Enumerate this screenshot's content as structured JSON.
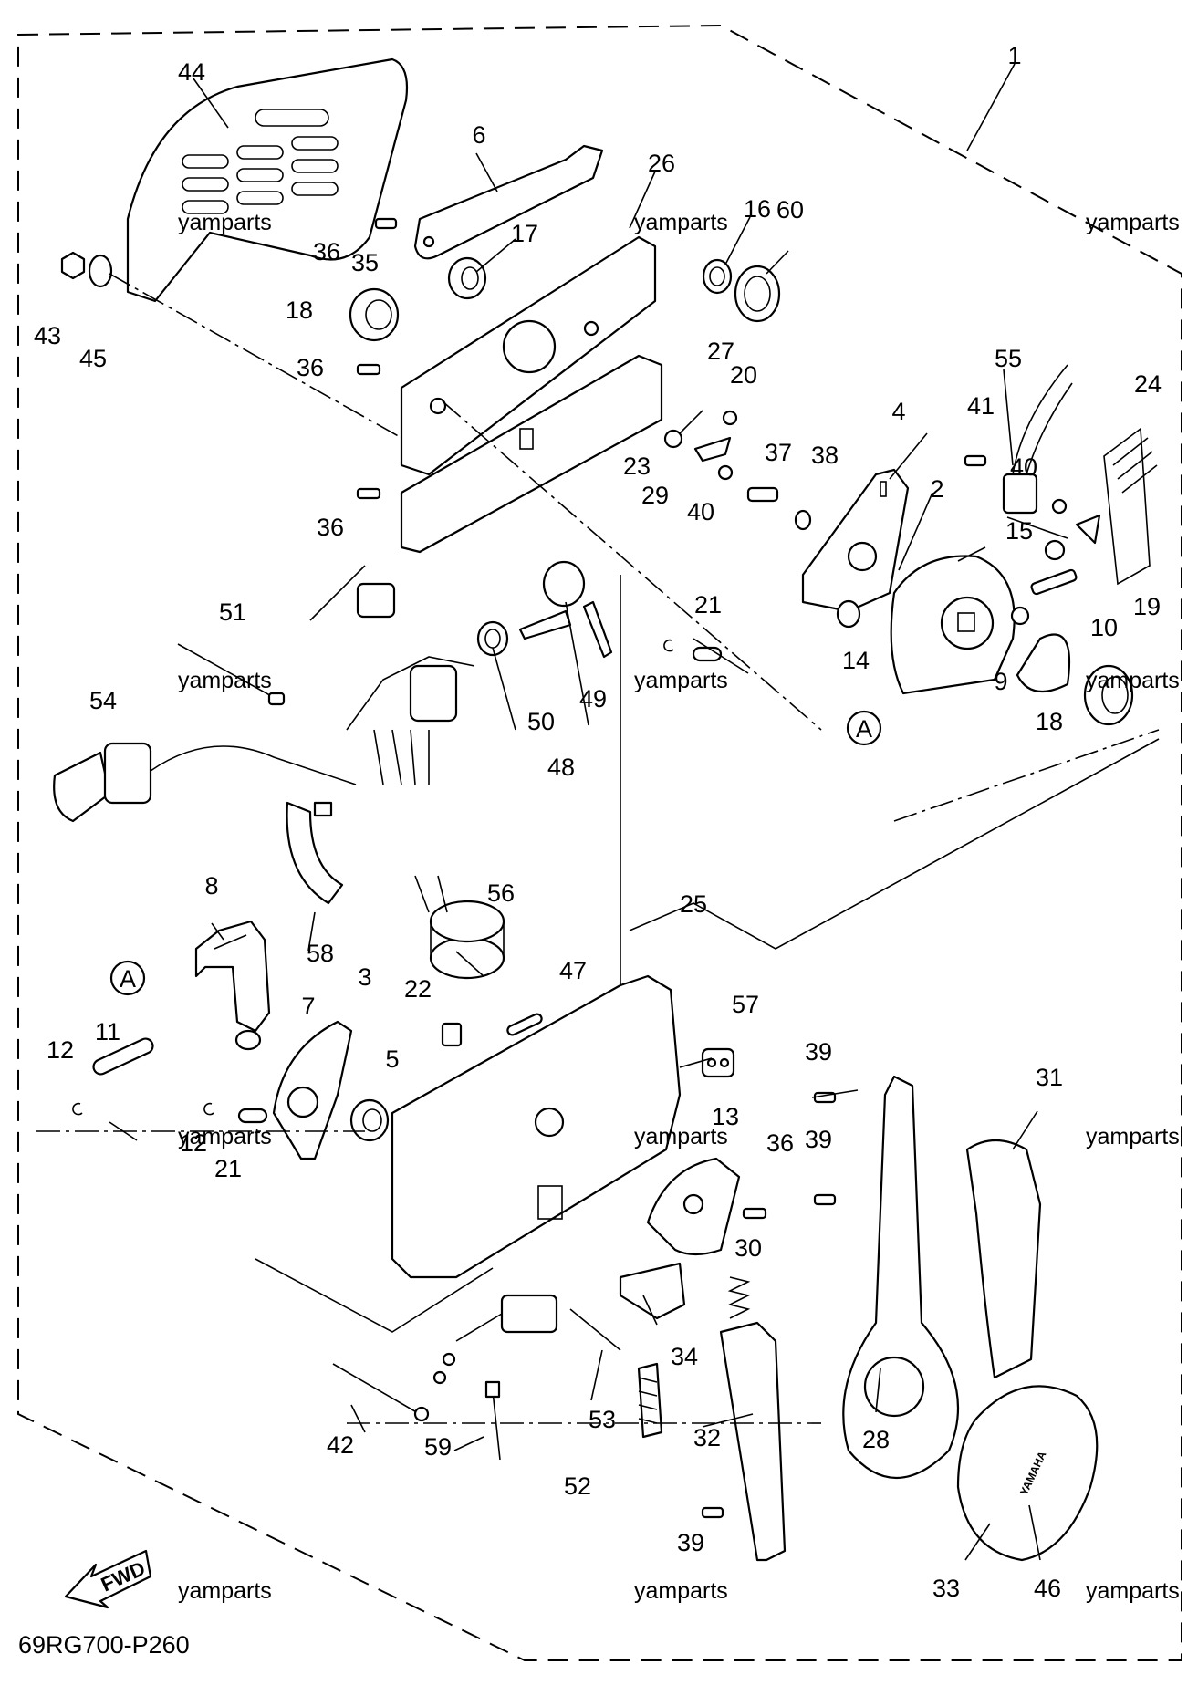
{
  "diagram": {
    "code": "69RG700-P260",
    "fwd_label": "FWD",
    "ref_marker": "A",
    "brand_text": "YAMAHA",
    "watermark": "yamparts",
    "callouts": [
      "1",
      "2",
      "3",
      "4",
      "5",
      "6",
      "7",
      "8",
      "9",
      "10",
      "11",
      "12",
      "12",
      "13",
      "14",
      "15",
      "16",
      "17",
      "18",
      "18",
      "19",
      "20",
      "21",
      "21",
      "22",
      "23",
      "24",
      "25",
      "26",
      "27",
      "28",
      "29",
      "30",
      "31",
      "32",
      "33",
      "34",
      "35",
      "36",
      "36",
      "36",
      "36",
      "37",
      "38",
      "39",
      "39",
      "39",
      "40",
      "40",
      "41",
      "42",
      "43",
      "44",
      "45",
      "46",
      "47",
      "48",
      "49",
      "50",
      "51",
      "52",
      "53",
      "54",
      "55",
      "56",
      "57",
      "58",
      "59",
      "60"
    ]
  }
}
